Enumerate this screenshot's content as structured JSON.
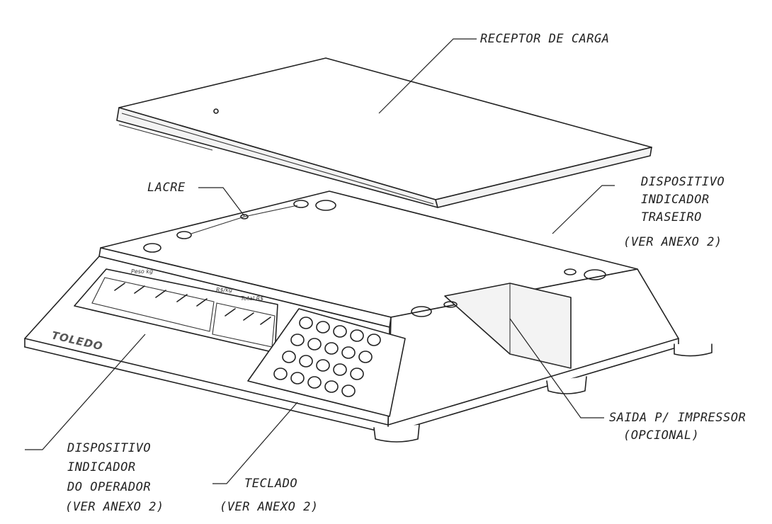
{
  "labels": {
    "receptor": "RECEPTOR DE CARGA",
    "lacre": "LACRE",
    "traseiro": [
      "DISPOSITIVO",
      "INDICADOR",
      "TRASEIRO",
      "(VER ANEXO 2)"
    ],
    "saida": [
      "SAIDA P/ IMPRESSOR",
      "(OPCIONAL)"
    ],
    "operador": [
      "DISPOSITIVO",
      "INDICADOR",
      "DO OPERADOR",
      "(VER ANEXO 2)"
    ],
    "teclado": [
      "TECLADO",
      "(VER ANEXO 2)"
    ]
  },
  "display": {
    "brand": "TOLEDO",
    "peso_label": "Peso kg",
    "preco_label": "R$/kg",
    "total_label": "Total R$"
  }
}
